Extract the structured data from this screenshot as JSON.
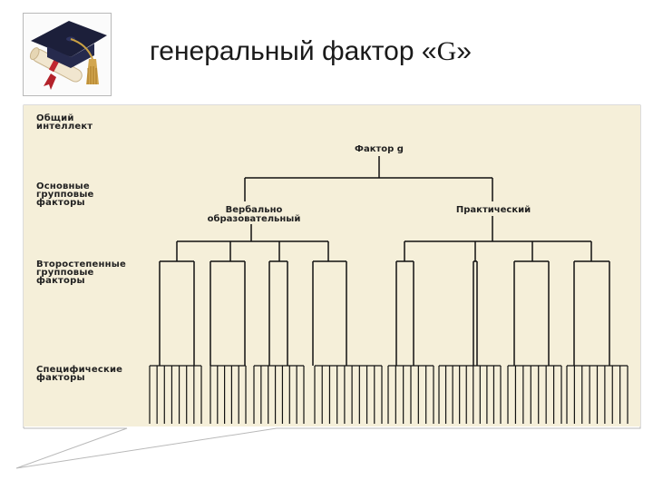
{
  "header": {
    "title_text": "генеральный  фактор «",
    "title_letter": "G",
    "title_close": "»",
    "logo_icon": "graduation-cap-diploma-icon"
  },
  "diagram": {
    "levels": {
      "general": "Общий\nинтеллект",
      "major": "Основные\nгрупповые\nфакторы",
      "minor": "Второстепенные\nгрупповые\nфакторы",
      "specific": "Специфические\nфакторы"
    },
    "nodes": {
      "root": "Фактор g",
      "verbal": "Вербально\nобразовательный",
      "practical": "Практический"
    }
  },
  "colors": {
    "panel_bg": "#f5efd9",
    "line": "#111111"
  }
}
